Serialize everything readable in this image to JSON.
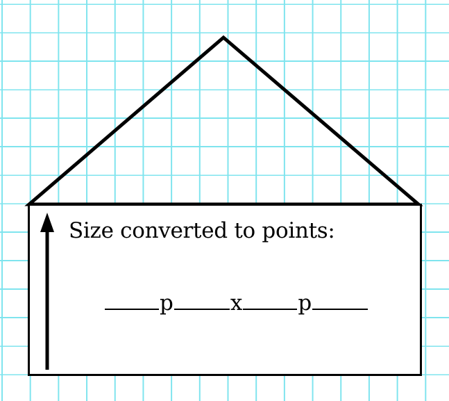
{
  "label": {
    "heading": "Size converted to points:",
    "unit_p": "p",
    "times": "x"
  },
  "colors": {
    "grid": "#7fe4ee",
    "lines": "#000000",
    "background": "#ffffff"
  }
}
